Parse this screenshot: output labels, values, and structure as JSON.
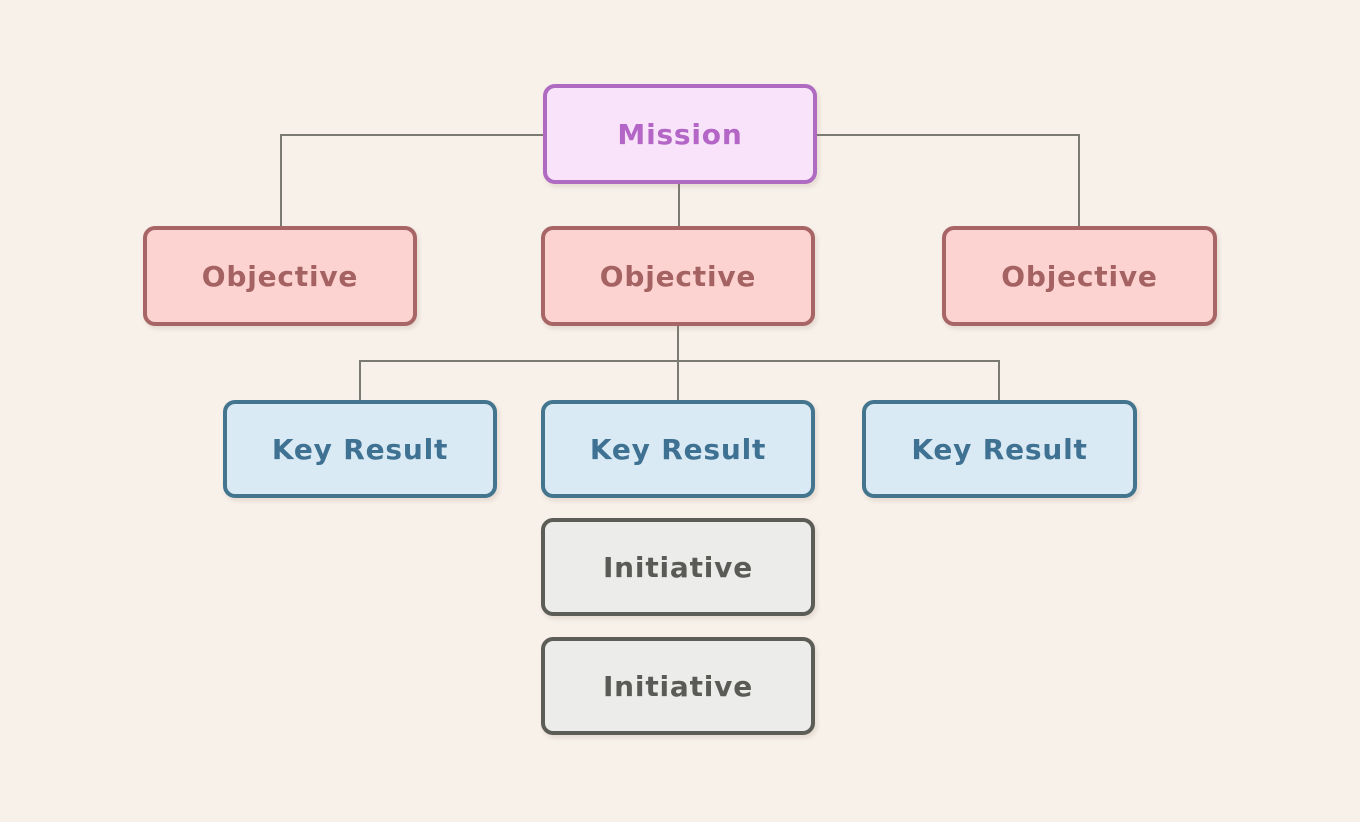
{
  "diagram": {
    "description": "OKR hierarchy flowchart",
    "nodes": {
      "mission": {
        "label": "Mission",
        "type": "mission"
      },
      "objective1": {
        "label": "Objective",
        "type": "objective"
      },
      "objective2": {
        "label": "Objective",
        "type": "objective"
      },
      "objective3": {
        "label": "Objective",
        "type": "objective"
      },
      "keyresult1": {
        "label": "Key Result",
        "type": "key-result"
      },
      "keyresult2": {
        "label": "Key Result",
        "type": "key-result"
      },
      "keyresult3": {
        "label": "Key Result",
        "type": "key-result"
      },
      "initiative1": {
        "label": "Initiative",
        "type": "initiative"
      },
      "initiative2": {
        "label": "Initiative",
        "type": "initiative"
      }
    },
    "edges": [
      {
        "from": "mission",
        "to": "objective1"
      },
      {
        "from": "mission",
        "to": "objective2"
      },
      {
        "from": "mission",
        "to": "objective3"
      },
      {
        "from": "objective2",
        "to": "keyresult1"
      },
      {
        "from": "objective2",
        "to": "keyresult2"
      },
      {
        "from": "objective2",
        "to": "keyresult3"
      }
    ],
    "palette": {
      "background": "#f8f1ea",
      "connector": "#7b7b73",
      "mission": {
        "fill": "#f8e3fb",
        "border": "#af6ac1",
        "text": "#b366c5"
      },
      "objective": {
        "fill": "#fcd3d0",
        "border": "#a76565",
        "text": "#a56262"
      },
      "key_result": {
        "fill": "#daeaf5",
        "border": "#44758f",
        "text": "#3e7192"
      },
      "initiative": {
        "fill": "#ececea",
        "border": "#5d5d58",
        "text": "#5a5a57"
      }
    }
  }
}
